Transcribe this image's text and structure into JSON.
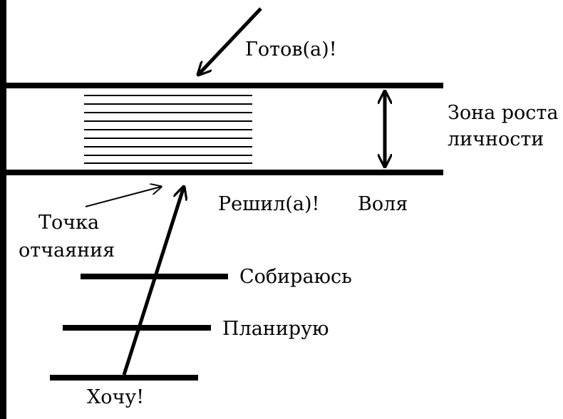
{
  "colors": {
    "ink": "#000000",
    "background": "#ffffff"
  },
  "labels": {
    "ready": "Готов(а)!",
    "growth_zone_line1": "Зона роста",
    "growth_zone_line2": "личности",
    "decided": "Решил(а)!",
    "will": "Воля",
    "despair_line1": "Точка",
    "despair_line2": "отчаяния",
    "preparing": "Собираюсь",
    "planning": "Планирую",
    "want": "Хочу!"
  }
}
